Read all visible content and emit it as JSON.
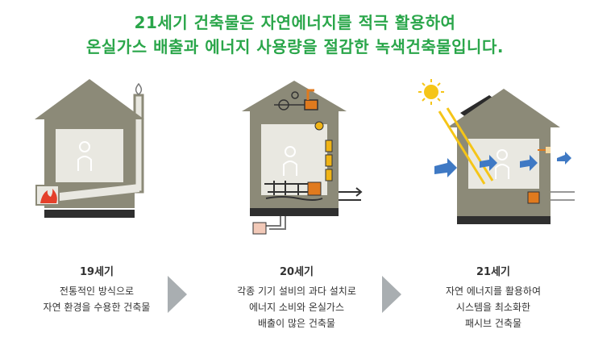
{
  "headline": {
    "line1": "21세기 건축물은 자연에너지를 적극 활용하여",
    "line2": "온실가스 배출과 에너지 사용량을 절감한 녹색건축물입니다."
  },
  "stages": [
    {
      "title": "19세기",
      "lines": [
        "전통적인 방식으로",
        "자연 환경을 수용한 건축물"
      ]
    },
    {
      "title": "20세기",
      "lines": [
        "각종 기기 설비의 과다 설치로",
        "에너지 소비와 온실가스",
        "배출이 많은 건축물"
      ]
    },
    {
      "title": "21세기",
      "lines": [
        "자연 에너지를 활용하여",
        "시스템을 최소화한",
        "패시브 건축물"
      ]
    }
  ],
  "colors": {
    "headline": "#2aa64a",
    "wall": "#8c8a78",
    "roof": "#8c8a78",
    "interior": "#e9e8e1",
    "base": "#2f2f2f",
    "arrow_blue": "#3f79c4",
    "sun": "#f5c518",
    "solar_panel": "#2b2b2b",
    "equipment_orange": "#e07a1e",
    "fire": "#e4402b",
    "chevron": "#a9aeb1"
  },
  "icons": [
    "fire-icon",
    "chimney-smoke-icon",
    "sun-icon",
    "solar-panel-icon",
    "wind-arrow-icon",
    "person-icon",
    "chevron-right-icon"
  ]
}
